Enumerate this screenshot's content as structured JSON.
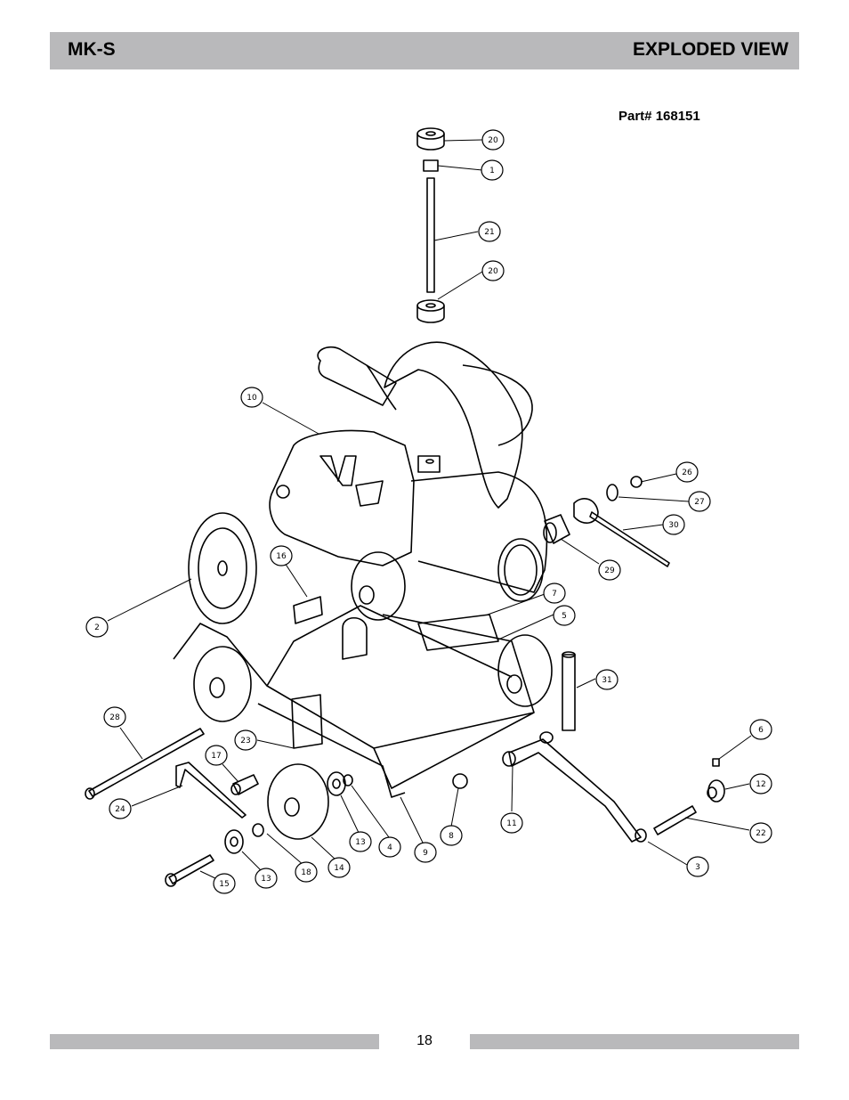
{
  "header": {
    "model": "MK-S",
    "section": "EXPLODED VIEW"
  },
  "part_number": "Part# 168151",
  "footer": {
    "page": "18"
  },
  "callouts": [
    "20",
    "1",
    "21",
    "20",
    "10",
    "26",
    "27",
    "30",
    "29",
    "16",
    "7",
    "5",
    "2",
    "31",
    "28",
    "23",
    "17",
    "6",
    "12",
    "24",
    "22",
    "11",
    "8",
    "9",
    "4",
    "13",
    "14",
    "18",
    "13",
    "15",
    "3"
  ]
}
